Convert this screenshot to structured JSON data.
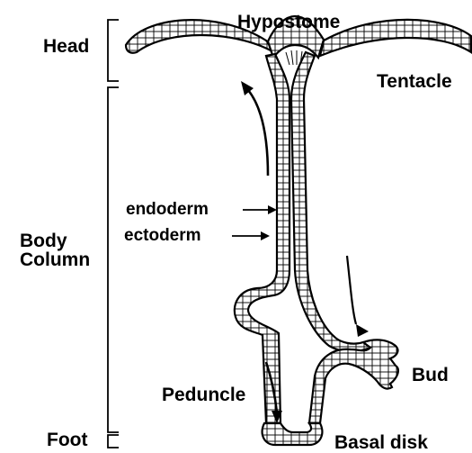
{
  "labels": {
    "head": "Head",
    "hypostome": "Hypostome",
    "tentacle": "Tentacle",
    "body_column_line1": "Body",
    "body_column_line2": "Column",
    "endoderm": "endoderm",
    "ectoderm": "ectoderm",
    "bud": "Bud",
    "peduncle": "Peduncle",
    "foot": "Foot",
    "basal_disk": "Basal disk"
  },
  "colors": {
    "ink": "#000000",
    "cell_fill": "#ffffff",
    "background": "#ffffff"
  }
}
